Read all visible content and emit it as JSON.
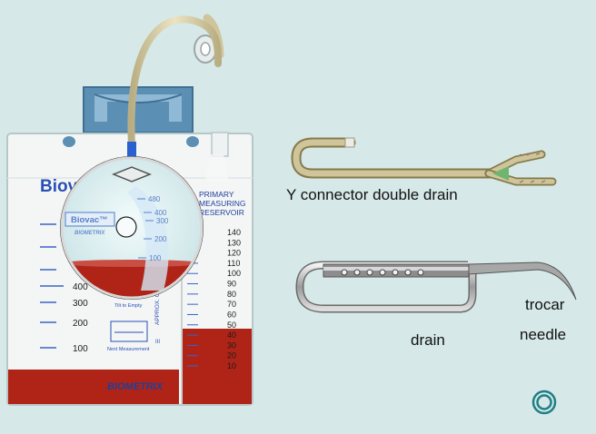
{
  "bag": {
    "brand": "Biovac",
    "lens_brand": "Biovac™",
    "lens_logo": "BIOMETRIX",
    "footer_logo": "BIOMETRIX",
    "reservoir_label": [
      "PRIMARY",
      "MEASURING",
      "RESERVOIR"
    ],
    "approx_label": "APPROX. CC",
    "tilt_label": "Tilt to Empty",
    "next_measurement_label": "Next Measurement",
    "roman_numeral": "III",
    "main_scale": [
      "400",
      "300",
      "200",
      "100"
    ],
    "lens_scale": [
      "480",
      "400",
      "300",
      "200",
      "100"
    ],
    "reservoir_scale": [
      "140",
      "130",
      "120",
      "110",
      "100",
      "90",
      "80",
      "70",
      "60",
      "50",
      "40",
      "30",
      "20",
      "10"
    ],
    "colors": {
      "blood": "#b02418",
      "bag_outline": "#b7c7c7",
      "scale_blue": "#3a63c6",
      "tube": "#cfc49a",
      "hanger": "#5b8fb4"
    }
  },
  "labels": {
    "y_connector": "Y connector double drain",
    "drain": "drain",
    "trocar": "trocar",
    "needle": "needle"
  }
}
